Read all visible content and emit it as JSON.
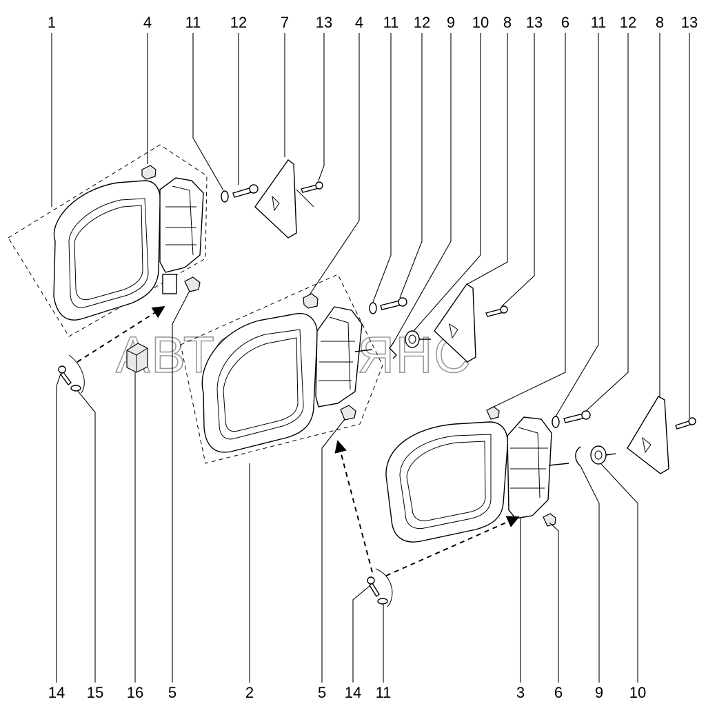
{
  "watermark": "АВТОАЛЬЯНС",
  "top_labels": [
    "1",
    "4",
    "11",
    "12",
    "7",
    "13",
    "4",
    "11",
    "12",
    "9",
    "10",
    "8",
    "13",
    "6",
    "11",
    "12",
    "8",
    "13"
  ],
  "bottom_labels": [
    "14",
    "15",
    "16",
    "5",
    "2",
    "5",
    "14",
    "11",
    "3",
    "6",
    "9",
    "10"
  ]
}
